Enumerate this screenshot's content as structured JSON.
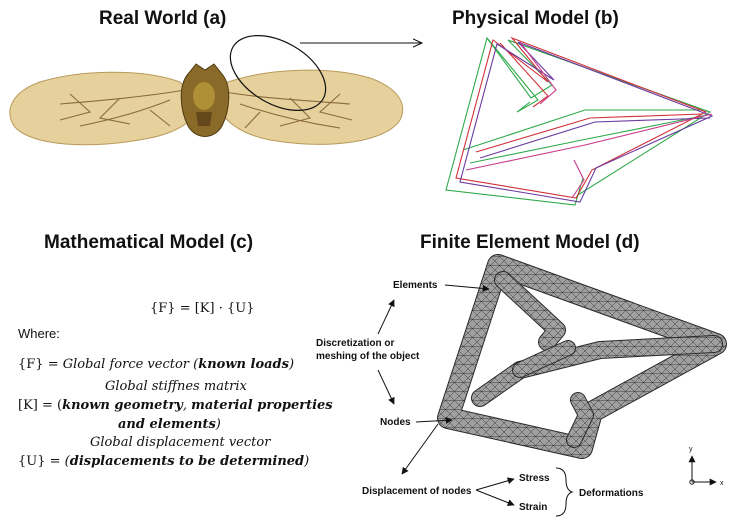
{
  "headings": {
    "real_world": "Real World  (a)",
    "physical_model": "Physical Model  (b)",
    "mathematical_model": "Mathematical Model  (c)",
    "fe_model": "Finite Element Model  (d)"
  },
  "math": {
    "equation": "{F} = [K] · {U}",
    "where": "Where:",
    "f_prefix": "{F} = ",
    "f_desc": "Global force vector (",
    "f_bold": "known loads",
    "f_close": ")",
    "k_title": "Global stiffnes matrix",
    "k_prefix": "[K] = (",
    "k_bold1": "known geometry",
    "k_sep": ", ",
    "k_bold2": "material properties",
    "k_bold3": "and elements",
    "k_close": ")",
    "u_title": "Global displacement vector",
    "u_prefix": "{U} = ",
    "u_open": "(",
    "u_bold": "displacements to be determined",
    "u_close": ")"
  },
  "fe_labels": {
    "elements": "Elements",
    "discretization_1": "Discretization or",
    "discretization_2": "meshing of the object",
    "nodes": "Nodes",
    "displacement": "Displacement of nodes",
    "stress": "Stress",
    "strain": "Strain",
    "deformations": "Deformations"
  },
  "axes": {
    "y": "y",
    "x": "x"
  },
  "colors": {
    "wing_fill": "#e3cc97",
    "wing_vein": "#7a5a2a",
    "body": "#8a6a28",
    "mesh_fill": "#9a9a9a",
    "mesh_line": "#2a2a2a",
    "model_green": "#2faa4a",
    "model_red": "#d0303a",
    "model_purple": "#6a3aa0",
    "model_magenta": "#c83a8a"
  }
}
